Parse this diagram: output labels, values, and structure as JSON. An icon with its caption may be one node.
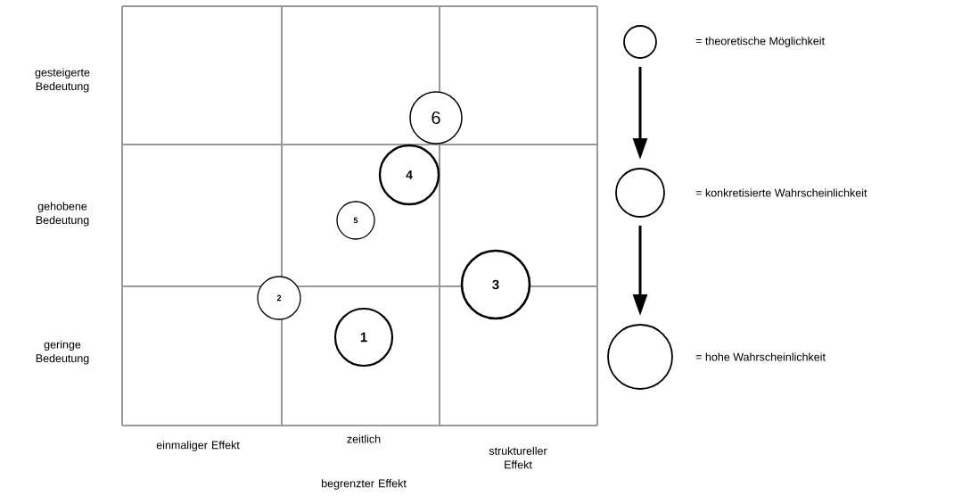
{
  "diagram": {
    "nodes": [
      {
        "text": [
          "6"
        ]
      },
      {
        "text": [
          "4"
        ]
      },
      {
        "text": [
          "5"
        ]
      },
      {
        "text": [
          "3"
        ]
      },
      {
        "text": [
          "2"
        ]
      },
      {
        "text": [
          "1"
        ]
      },
      {
        "text": [],
        "shape": "circle",
        "beside": [
          "= theoretische Möglichkeit"
        ]
      },
      {
        "text": [],
        "shape": "circle",
        "beside": [
          "= konkretisierte Wahrscheinlichkeit"
        ]
      },
      {
        "text": [],
        "shape": "circle",
        "beside": [
          "= hohe  Wahrscheinlichkeit"
        ]
      }
    ],
    "edges": [
      {
        "from": 6,
        "to": 7,
        "arrow": "to"
      },
      {
        "from": 7,
        "to": 8,
        "arrow": "to"
      }
    ],
    "labels": [
      "gesteigerte Bedeutung",
      "gehobene Bedeutung",
      "geringe Bedeutung",
      "einmaliger Effekt",
      "zeitlich",
      "struktureller Effekt",
      "begrenzter Effekt"
    ]
  }
}
